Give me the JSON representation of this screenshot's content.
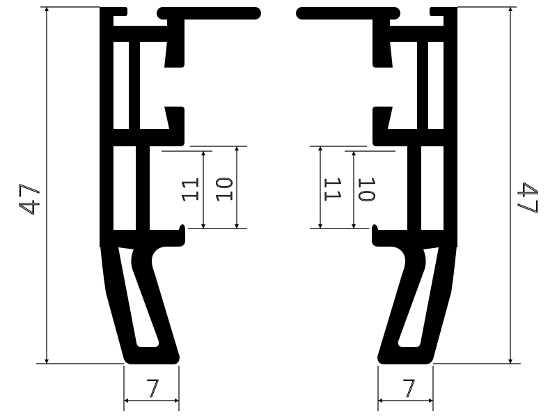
{
  "drawing": {
    "title": "Profile cross-sections (mirrored pair)",
    "colors": {
      "profile": "#000000",
      "background": "#ffffff"
    },
    "left": {
      "height_label": "47",
      "width_label": "7",
      "opening_outer_label": "11",
      "opening_inner_label": "10"
    },
    "right": {
      "height_label": "47",
      "width_label": "7",
      "opening_outer_label": "11",
      "opening_inner_label": "10"
    }
  }
}
